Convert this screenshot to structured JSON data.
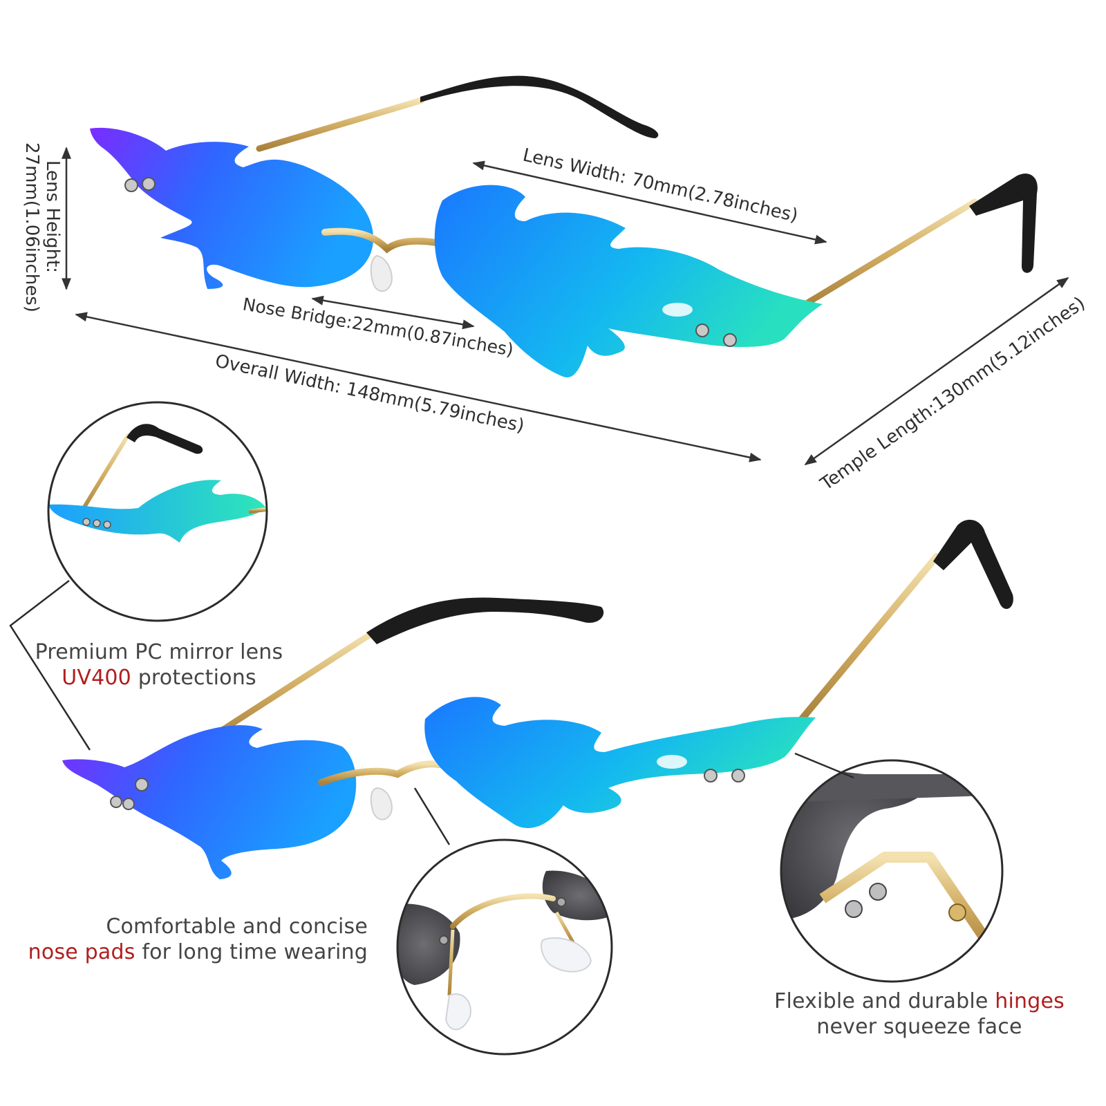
{
  "dimensions": {
    "lens_width": "Lens Width: 70mm(2.78inches)",
    "lens_height_line1": "Lens Height:",
    "lens_height_line2": "27mm(1.06inches)",
    "nose_bridge": "Nose Bridge:22mm(0.87inches)",
    "overall_width": "Overall Width: 148mm(5.79inches)",
    "temple_length": "Temple Length:130mm(5.12inches)"
  },
  "features": {
    "lens": {
      "line1": "Premium PC mirror lens",
      "highlight": "UV400",
      "line2_rest": " protections"
    },
    "nose_pads": {
      "line1": "Comfortable and concise",
      "highlight": "nose pads",
      "line2_rest": " for long time wearing"
    },
    "hinges": {
      "line1_prefix": "Flexible and durable ",
      "highlight": "hinges",
      "line2": "never squeeze face"
    }
  },
  "colors": {
    "accent_red": "#b01e1e",
    "text_gray": "#444444",
    "lens_purple": "#7b3cff",
    "lens_blue": "#1e90ff",
    "lens_cyan": "#1fd6d0",
    "frame_gold": "#d4b26a",
    "temple_tip": "#1c1c1c"
  }
}
